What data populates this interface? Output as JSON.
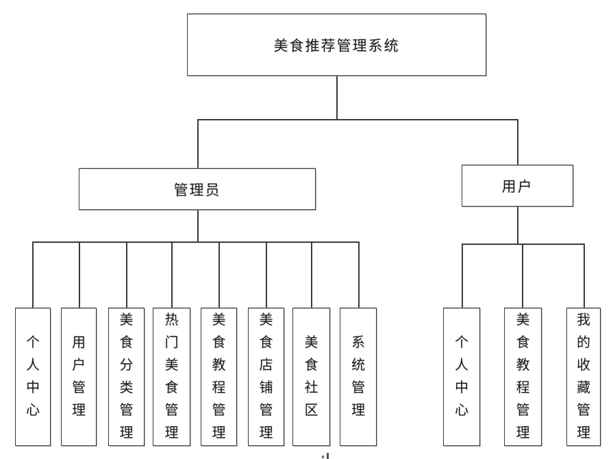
{
  "diagram": {
    "title": "美食推荐管理系统",
    "colors": {
      "background": "#ffffff",
      "box_border": "#383838",
      "box_border_shadow": "#808080",
      "connector": "#3a3a3a",
      "text": "#1a1a1a"
    },
    "root": {
      "label": "美食推荐管理系统"
    },
    "branches": [
      {
        "label": "管理员",
        "children": [
          "个人中心",
          "用户管理",
          "美食分类管理",
          "热门美食管理",
          "美食教程管理",
          "美食店铺管理",
          "美食社区",
          "系统管理"
        ]
      },
      {
        "label": "用户",
        "children": [
          "个人中心",
          "美食教程管理",
          "我的收藏管理"
        ]
      }
    ]
  }
}
